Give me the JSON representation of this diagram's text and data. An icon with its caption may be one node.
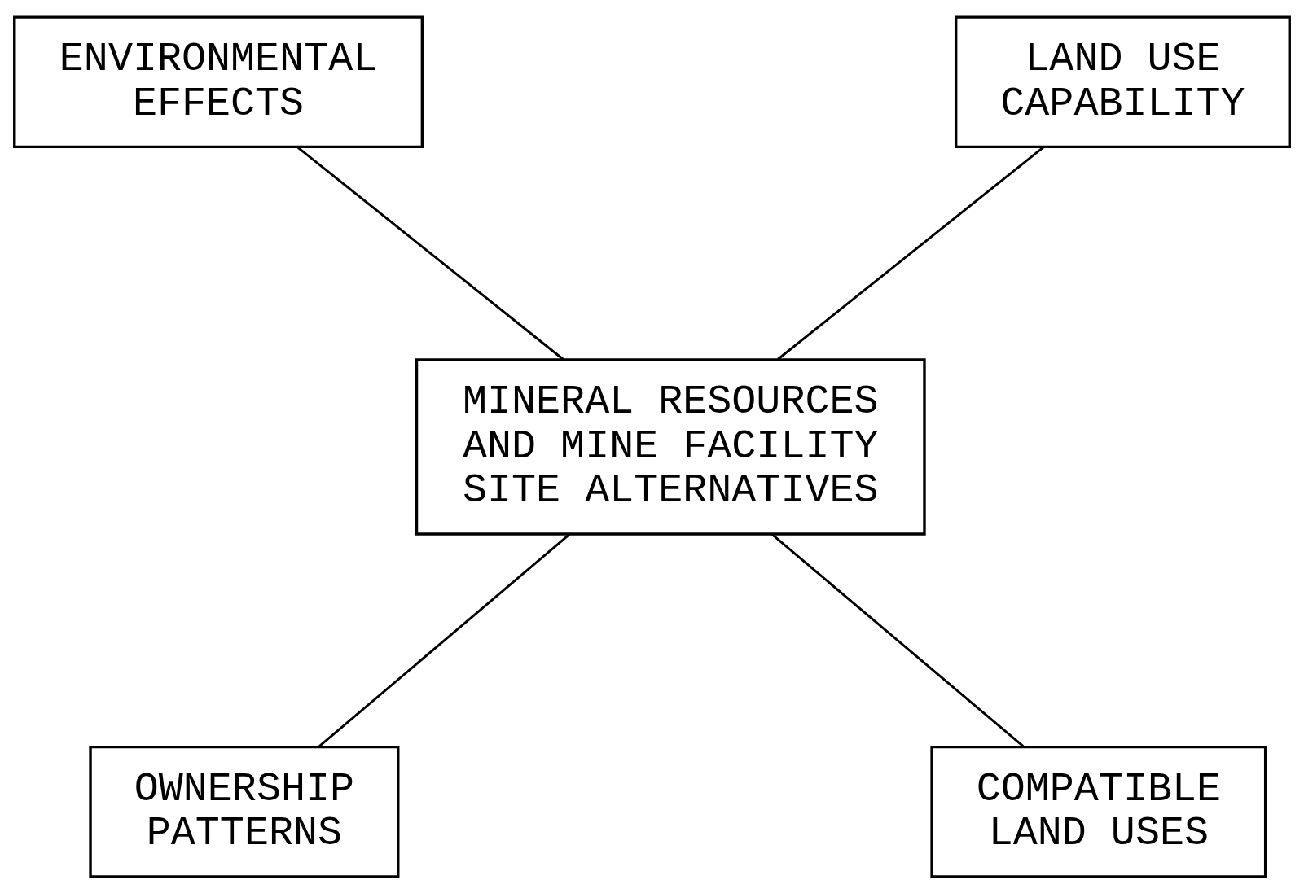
{
  "diagram": {
    "nodes": [
      {
        "text": [
          "ENVIRONMENTAL EFFECTS"
        ]
      },
      {
        "text": [
          "LAND USE CAPABILITY"
        ]
      },
      {
        "text": [
          "MINERAL RESOURCES AND MINE FACILITY SITE ALTERNATIVES"
        ]
      },
      {
        "text": [
          "OWNERSHIP PATTERNS"
        ]
      },
      {
        "text": [
          "COMPATIBLE LAND USES"
        ]
      }
    ],
    "edges": [
      {
        "from": 0,
        "to": 2,
        "arrow": "none"
      },
      {
        "from": 1,
        "to": 2,
        "arrow": "none"
      },
      {
        "from": 2,
        "to": 3,
        "arrow": "none"
      },
      {
        "from": 2,
        "to": 4,
        "arrow": "none"
      }
    ]
  }
}
